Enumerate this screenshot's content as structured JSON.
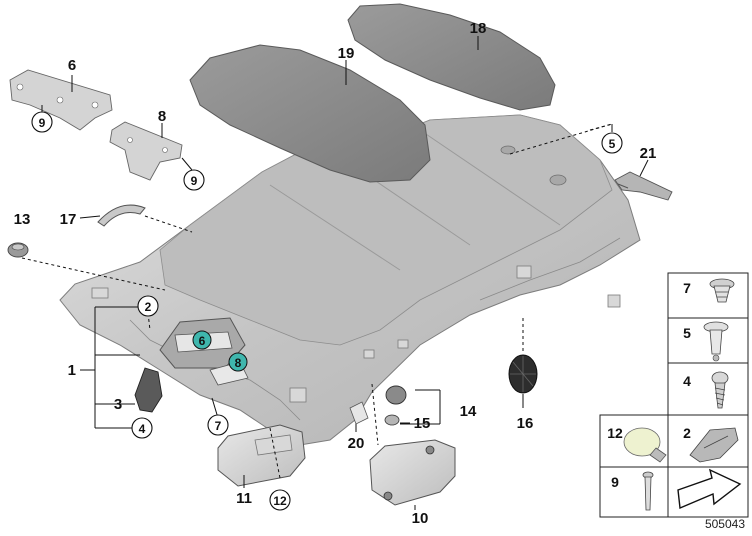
{
  "callouts": {
    "c1": "1",
    "c2": "2",
    "c3": "3",
    "c4": "4",
    "c5": "5",
    "c6": "6",
    "c6b": "6",
    "c7": "7",
    "c8": "8",
    "c8b": "8",
    "c9a": "9",
    "c9b": "9",
    "c10": "10",
    "c11": "11",
    "c12": "12",
    "c13": "13",
    "c14": "14",
    "c15": "15",
    "c16": "16",
    "c17": "17",
    "c18": "18",
    "c19": "19",
    "c20": "20",
    "c21": "21"
  },
  "legend": {
    "r1": "7",
    "r2": "5",
    "r3": "4",
    "r4a": "12",
    "r4b": "2",
    "r5": "9"
  },
  "reference_number": "505043",
  "colors": {
    "highlight": "#3fb6ad",
    "panel": "#8a8a8a",
    "headliner": "#c9c9c9"
  }
}
